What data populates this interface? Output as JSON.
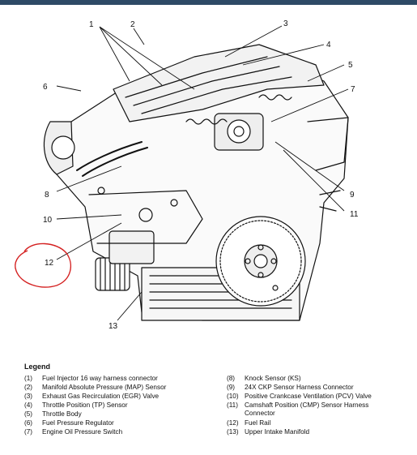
{
  "legend": {
    "title": "Legend",
    "items": [
      {
        "num": "(1)",
        "text": "Fuel Injector 16 way harness connector"
      },
      {
        "num": "(2)",
        "text": "Manifold Absolute Pressure (MAP) Sensor"
      },
      {
        "num": "(3)",
        "text": "Exhaust Gas Recirculation (EGR) Valve"
      },
      {
        "num": "(4)",
        "text": "Throttle Position (TP) Sensor"
      },
      {
        "num": "(5)",
        "text": "Throttle Body"
      },
      {
        "num": "(6)",
        "text": "Fuel Pressure Regulator"
      },
      {
        "num": "(7)",
        "text": "Engine Oil Pressure Switch"
      },
      {
        "num": "(8)",
        "text": "Knock Sensor (KS)"
      },
      {
        "num": "(9)",
        "text": "24X CKP Sensor Harness Connector"
      },
      {
        "num": "(10)",
        "text": "Positive Crankcase Ventilation (PCV) Valve"
      },
      {
        "num": "(11)",
        "text": "Camshaft Position (CMP) Sensor Harness",
        "cont": "Connector"
      },
      {
        "num": "(12)",
        "text": "Fuel Rail"
      },
      {
        "num": "(13)",
        "text": "Upper Intake Manifold"
      }
    ]
  },
  "callouts": [
    "1",
    "2",
    "3",
    "4",
    "5",
    "6",
    "7",
    "8",
    "9",
    "10",
    "11",
    "12",
    "13"
  ],
  "colors": {
    "header_bar": "#2e4a66",
    "highlight_circle": "#d42020",
    "line_art": "#111111"
  }
}
